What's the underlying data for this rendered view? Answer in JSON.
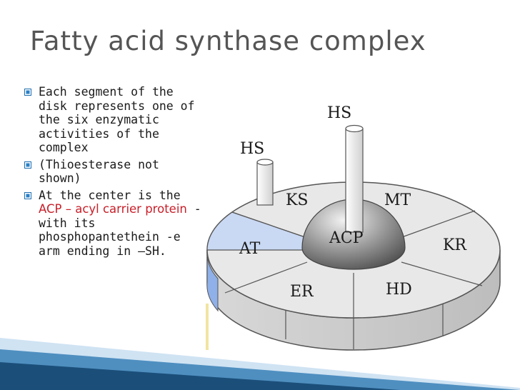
{
  "title": "Fatty acid synthase complex",
  "bullets": [
    {
      "text": "Each segment of the disk represents one of the six enzymatic activities of the complex"
    },
    {
      "text": "(Thioesterase not shown)"
    },
    {
      "prefix": "At the center is the ",
      "highlight": "ACP – acyl carrier protein",
      "suffix": " - with its phosphopantethein -e arm ending in –SH."
    }
  ],
  "diagram": {
    "segments": [
      "KS",
      "MT",
      "KR",
      "HD",
      "ER",
      "AT"
    ],
    "center": "ACP",
    "hs_left": "HS",
    "hs_right": "HS"
  },
  "colors": {
    "title": "#555555",
    "highlight": "#c8202a",
    "disk_top": "#e8e8e8",
    "at_segment": "#c9d8f3",
    "bullet": "#1f6fb0"
  },
  "icons": {
    "bullet": "square-bullet-icon"
  }
}
